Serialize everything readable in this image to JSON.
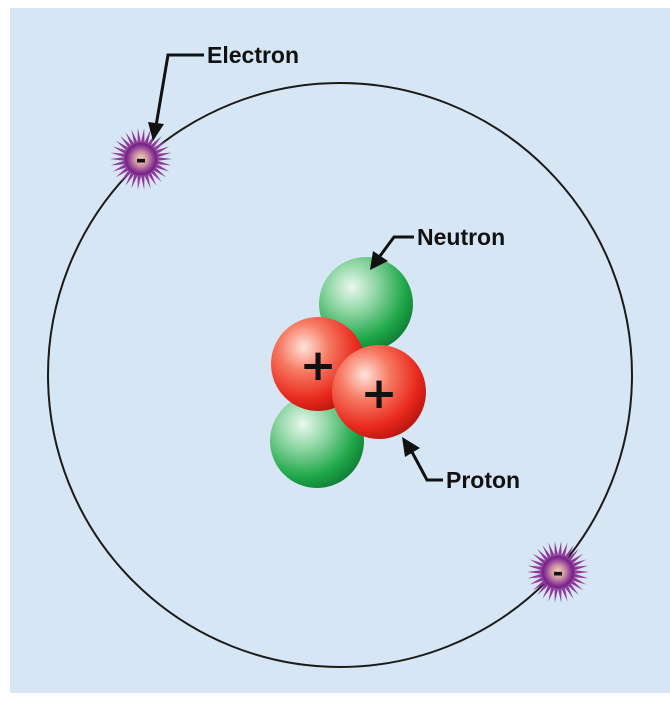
{
  "labels": {
    "electron": "Electron",
    "neutron": "Neutron",
    "proton": "Proton"
  },
  "symbols": {
    "proton_charge": "+",
    "electron_charge": "-"
  },
  "colors": {
    "background": "#d6e6f5",
    "orbit": "#1a1a1a",
    "proton": "#e8281c",
    "neutron": "#1fa84a",
    "electron": "#8e3a9a"
  }
}
